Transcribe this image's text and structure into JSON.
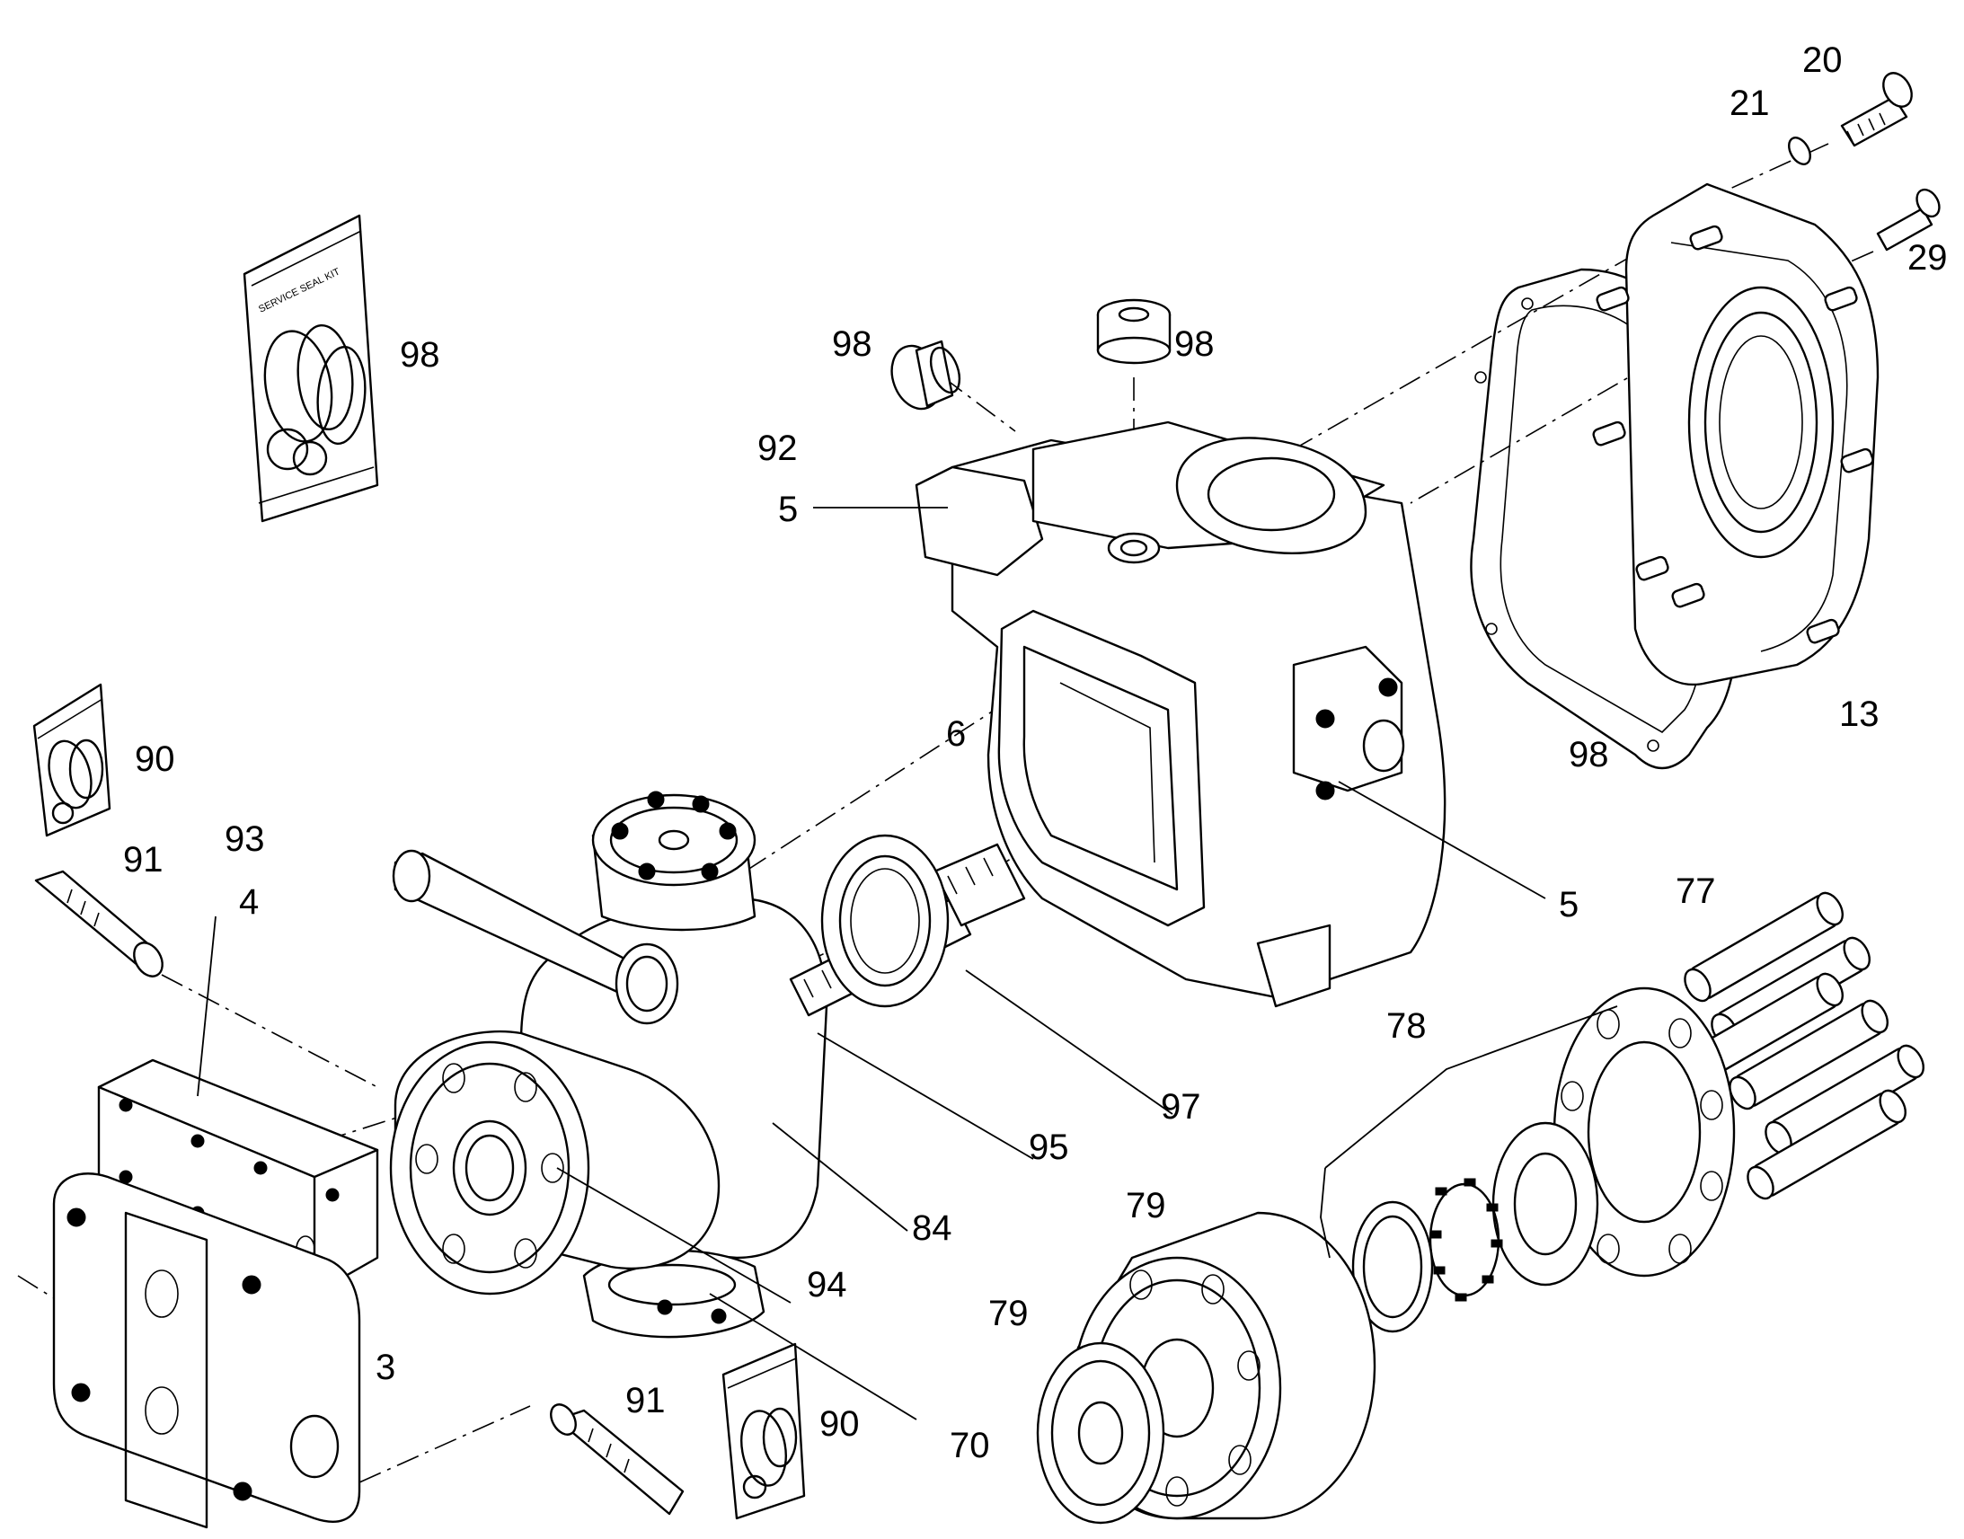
{
  "diagram": {
    "bag_print": "SERVICE SEAL KIT",
    "callouts": {
      "c20": "20",
      "c21": "21",
      "c29": "29",
      "c98_bag": "98",
      "c98_plug_a": "98",
      "c98_plug_b": "98",
      "c92": "92",
      "c5_top": "5",
      "c6": "6",
      "c13": "13",
      "c98_gasket": "98",
      "c90_top": "90",
      "c91_top": "91",
      "c93": "93",
      "c4": "4",
      "c5_right": "5",
      "c77": "77",
      "c78": "78",
      "c97": "97",
      "c95": "95",
      "c84": "84",
      "c79_top": "79",
      "c79_left": "79",
      "c94": "94",
      "c3": "3",
      "c91_bottom": "91",
      "c90_bottom": "90",
      "c70": "70"
    }
  }
}
